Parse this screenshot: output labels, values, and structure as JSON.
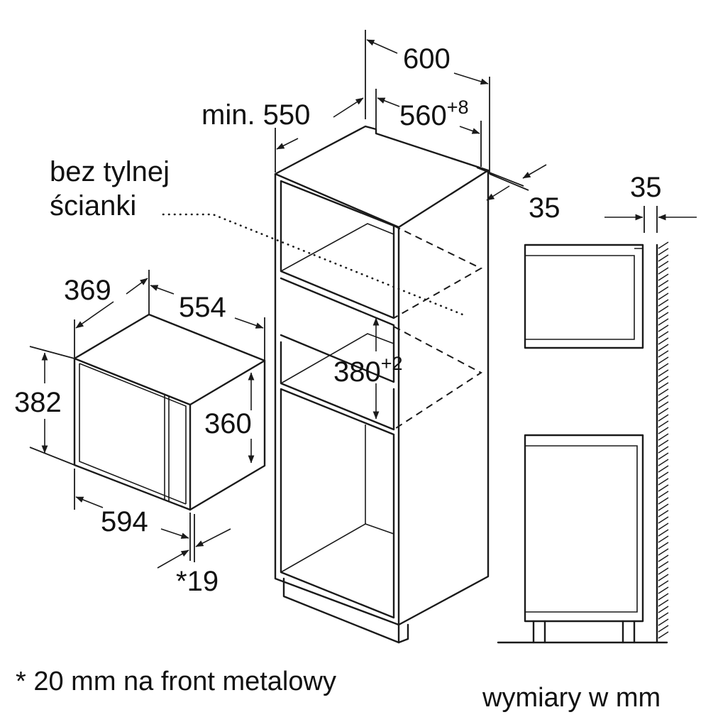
{
  "labels": {
    "tall_width": "600",
    "min_depth": "min. 550",
    "niche_width": "560",
    "niche_width_tol": "+8",
    "no_back_line1": "bez tylnej",
    "no_back_line2": "ścianki",
    "rear_gap": "35",
    "side_rear_gap": "35",
    "mw_depth": "369",
    "mw_cab_width": "554",
    "mw_height": "382",
    "mw_cab_height": "360",
    "niche_height": "380",
    "niche_height_tol": "+2",
    "mw_width": "594",
    "front_thickness": "*19",
    "footnote": "* 20 mm na front metalowy",
    "units": "wymiary w mm"
  }
}
